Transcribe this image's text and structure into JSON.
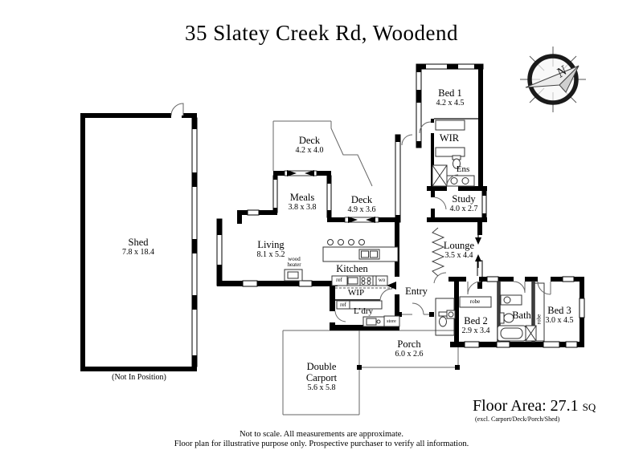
{
  "title": "35 Slatey Creek Rd, Woodend",
  "compass": {
    "label": "N"
  },
  "rooms": {
    "shed": {
      "name": "Shed",
      "dims": "7.8 x 18.4",
      "note": "(Not In Position)"
    },
    "deck_top": {
      "name": "Deck",
      "dims": "4.2 x 4.0"
    },
    "meals": {
      "name": "Meals",
      "dims": "3.8 x 3.8"
    },
    "deck_mid": {
      "name": "Deck",
      "dims": "4.9 x 3.6"
    },
    "bed1": {
      "name": "Bed 1",
      "dims": "4.2 x 4.5"
    },
    "wir": {
      "name": "WIR"
    },
    "ens": {
      "name": "Ens"
    },
    "study": {
      "name": "Study",
      "dims": "4.0 x 2.7"
    },
    "lounge": {
      "name": "Lounge",
      "dims": "3.5 x 4.4"
    },
    "living": {
      "name": "Living",
      "dims": "8.1 x 5.2"
    },
    "kitchen": {
      "name": "Kitchen"
    },
    "wip": {
      "name": "WIP"
    },
    "laundry": {
      "name": "L’dry"
    },
    "entry": {
      "name": "Entry"
    },
    "porch": {
      "name": "Porch",
      "dims": "6.0 x 2.6"
    },
    "carport": {
      "name": "Double Carport",
      "dims": "5.6 x 5.8"
    },
    "bed2": {
      "name": "Bed 2",
      "dims": "2.9 x 3.4"
    },
    "bath": {
      "name": "Bath"
    },
    "bed3": {
      "name": "Bed 3",
      "dims": "3.0 x 4.5"
    }
  },
  "fixtures": {
    "wood_heater": "wood heater",
    "robe_bed2": "robe",
    "robe_bed3": "robe",
    "fridge_kitchen": "ref",
    "wall_oven": "wo",
    "fridge_wip": "ref",
    "store": "store"
  },
  "floor_area": {
    "label": "Floor Area: 27.1",
    "unit": "SQ",
    "exclusions": "(excl. Carport/Deck/Porch/Shed)"
  },
  "footer": {
    "line1": "Not to scale. All measurements are approximate.",
    "line2": "Floor plan for illustrative purpose only. Prospective purchaser to verify all information."
  }
}
